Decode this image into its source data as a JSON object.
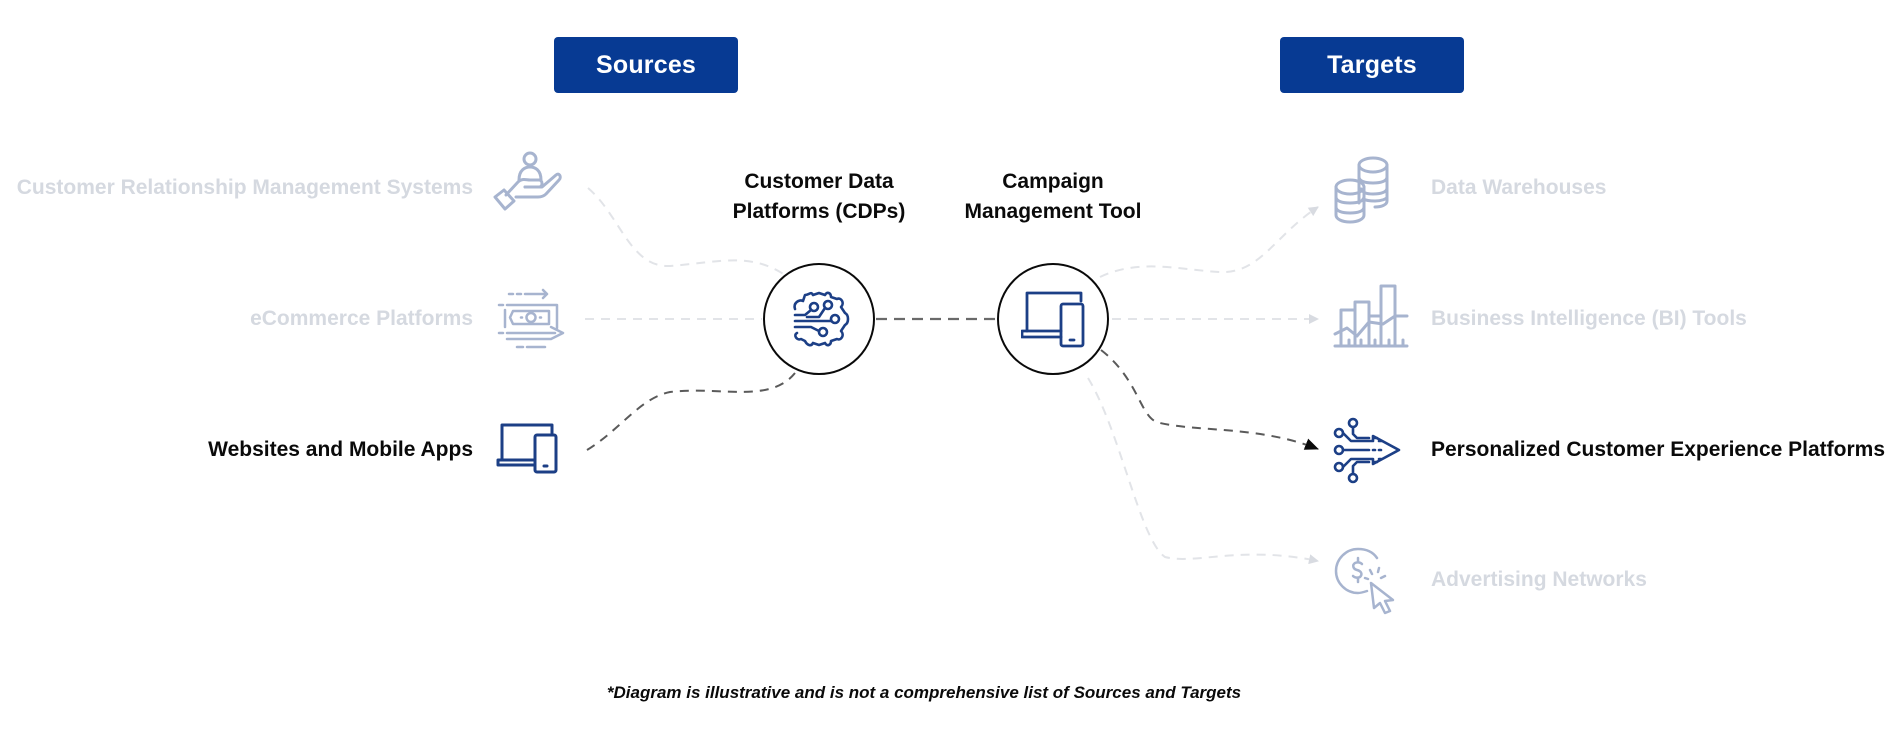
{
  "header": {
    "sources_label": "Sources",
    "targets_label": "Targets"
  },
  "colors": {
    "brand_blue": "#073a93",
    "icon_active": "#1c3f86",
    "icon_dim": "#a7b4cf",
    "text_dim": "#d5d9e0",
    "text_active": "#0a0a0a",
    "connector_active": "#5a5a5a",
    "connector_dim": "#e2e4e8"
  },
  "sources": [
    {
      "label": "Customer Relationship Management Systems",
      "icon": "hand-holding-person-icon",
      "active": false
    },
    {
      "label": "eCommerce Platforms",
      "icon": "money-transfer-icon",
      "active": false
    },
    {
      "label": "Websites and Mobile Apps",
      "icon": "laptop-phone-icon",
      "active": true
    }
  ],
  "hubs": [
    {
      "title_line1": "Customer Data",
      "title_line2": "Platforms (CDPs)",
      "icon": "gear-circuit-icon"
    },
    {
      "title_line1": "Campaign",
      "title_line2": "Management Tool",
      "icon": "laptop-phone-icon"
    }
  ],
  "targets": [
    {
      "label": "Data Warehouses",
      "icon": "database-stack-icon",
      "active": false
    },
    {
      "label": "Business Intelligence (BI) Tools",
      "icon": "bar-line-chart-icon",
      "active": false
    },
    {
      "label": "Personalized Customer Experience Platforms",
      "icon": "circuit-arrow-icon",
      "active": true
    },
    {
      "label": "Advertising Networks",
      "icon": "dollar-click-icon",
      "active": false
    }
  ],
  "footnote": "*Diagram is illustrative and is not a comprehensive list of Sources and Targets"
}
